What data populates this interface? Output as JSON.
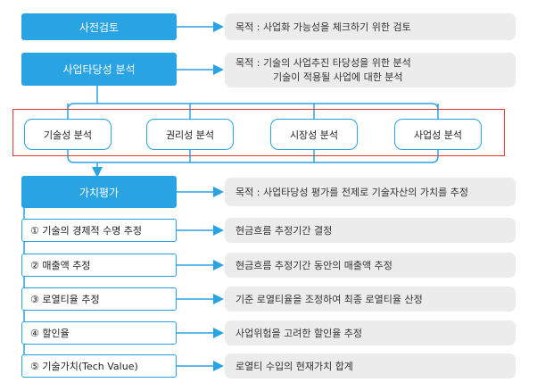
{
  "header": {
    "pre_review": {
      "title": "사전검토",
      "desc": "목적 : 사업화 가능성을 체크하기 위한 검토"
    },
    "business_analysis": {
      "title": "사업타당성 분석",
      "desc_line1": "목적 : 기술의 사업추진 타당성을 위한 분석",
      "desc_line2": "기술이 적용될 사업에 대한 분석"
    }
  },
  "analyses": [
    {
      "label": "기술성 분석"
    },
    {
      "label": "권리성 분석"
    },
    {
      "label": "시장성 분석"
    },
    {
      "label": "사업성 분석"
    }
  ],
  "valuation": {
    "title": "가치평가",
    "desc": "목적 : 사업타당성 평가를 전제로 기술자산의 가치를 추정"
  },
  "steps": [
    {
      "label": "① 기술의 경제적 수명 추정",
      "desc": "현금흐름 추정기간 결정"
    },
    {
      "label": "② 매출액 추정",
      "desc": "현금흐름 추정기간 동안의 매출액 추정"
    },
    {
      "label": "③ 로열티율 추정",
      "desc": "기준 로열티율을 조정하여 최종 로열티율 산정"
    },
    {
      "label": "④ 할인율",
      "desc": "사업위험을 고려한 할인율 추정"
    },
    {
      "label": "⑤ 기술가치(Tech Value)",
      "desc": "로열티 수입의 현재가치 합계"
    }
  ],
  "colors": {
    "accent": "#2aa3e3",
    "highlight": "#e33b3b",
    "panel": "#ececec"
  }
}
